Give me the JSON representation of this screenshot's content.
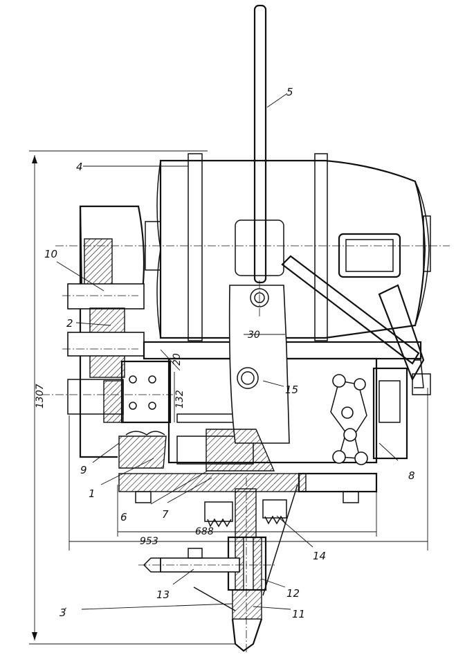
{
  "labels": {
    "l1": "1",
    "l2": "2",
    "l3": "3́",
    "l4": "4",
    "l5": "5",
    "l6": "6",
    "l7": "7",
    "l8": "8",
    "l9": "9",
    "l10": "10",
    "l11": "11",
    "l12": "12",
    "l13": "13",
    "l14": "14",
    "l15": "15"
  },
  "dimensions": {
    "d1307": "1307",
    "d953": "953",
    "d688": "688",
    "d132": "132",
    "d30": "30",
    "d20": "20"
  }
}
